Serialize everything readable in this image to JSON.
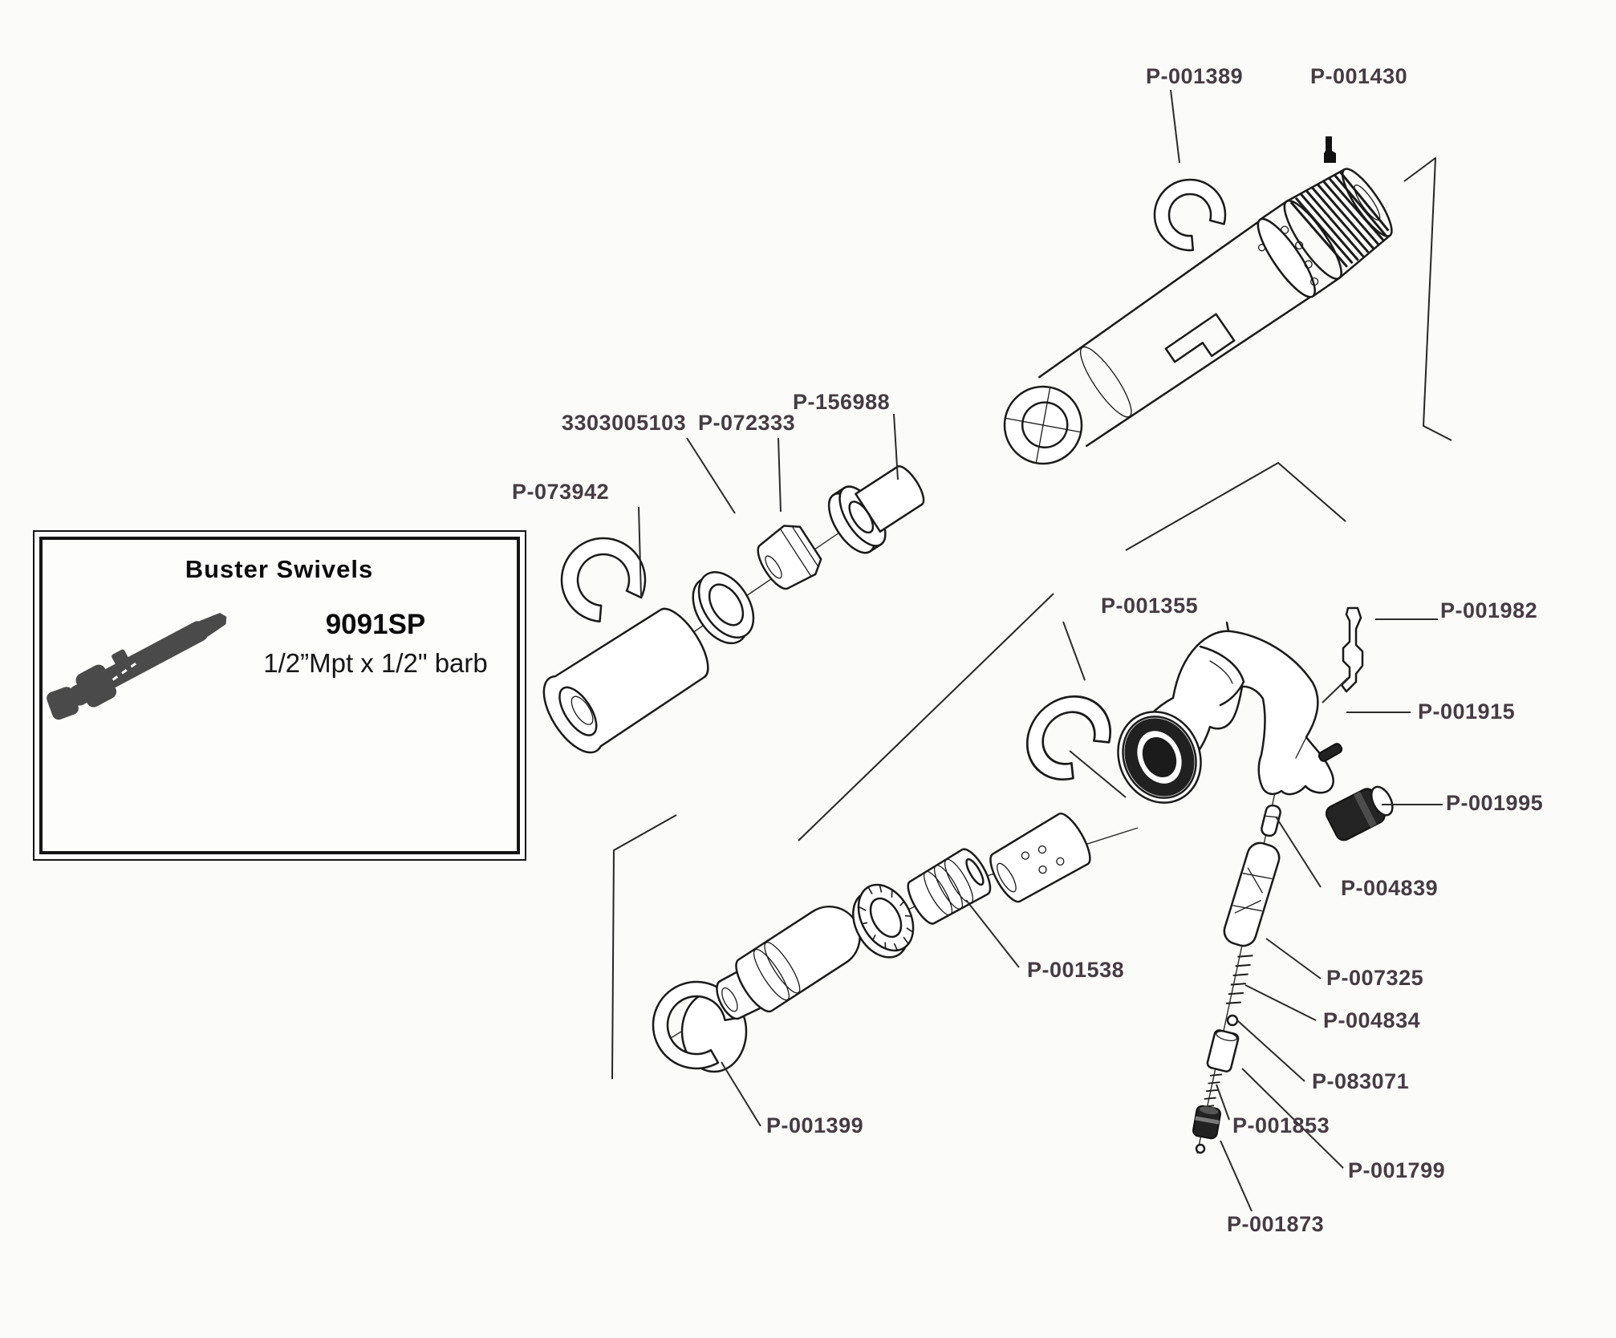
{
  "palette": {
    "background": "#fbfbf9",
    "line_ink": "#1a1a1a",
    "label_color": "#463b43",
    "silhouette": "#4a4a4a"
  },
  "inset_box": {
    "title": "Buster Swivels",
    "model": "9091SP",
    "spec": "1/2”Mpt x 1/2\" barb"
  },
  "part_labels": [
    {
      "text": "P-001389"
    },
    {
      "text": "P-001430"
    },
    {
      "text": "3303005103"
    },
    {
      "text": "P-072333"
    },
    {
      "text": "P-156988"
    },
    {
      "text": "P-073942"
    },
    {
      "text": "P-001355"
    },
    {
      "text": "P-001982"
    },
    {
      "text": "P-001915"
    },
    {
      "text": "P-001995"
    },
    {
      "text": "P-004839"
    },
    {
      "text": "P-007325"
    },
    {
      "text": "P-004834"
    },
    {
      "text": "P-083071"
    },
    {
      "text": "P-001538"
    },
    {
      "text": "P-001399"
    },
    {
      "text": "P-001853"
    },
    {
      "text": "P-001799"
    },
    {
      "text": "P-001873"
    }
  ]
}
